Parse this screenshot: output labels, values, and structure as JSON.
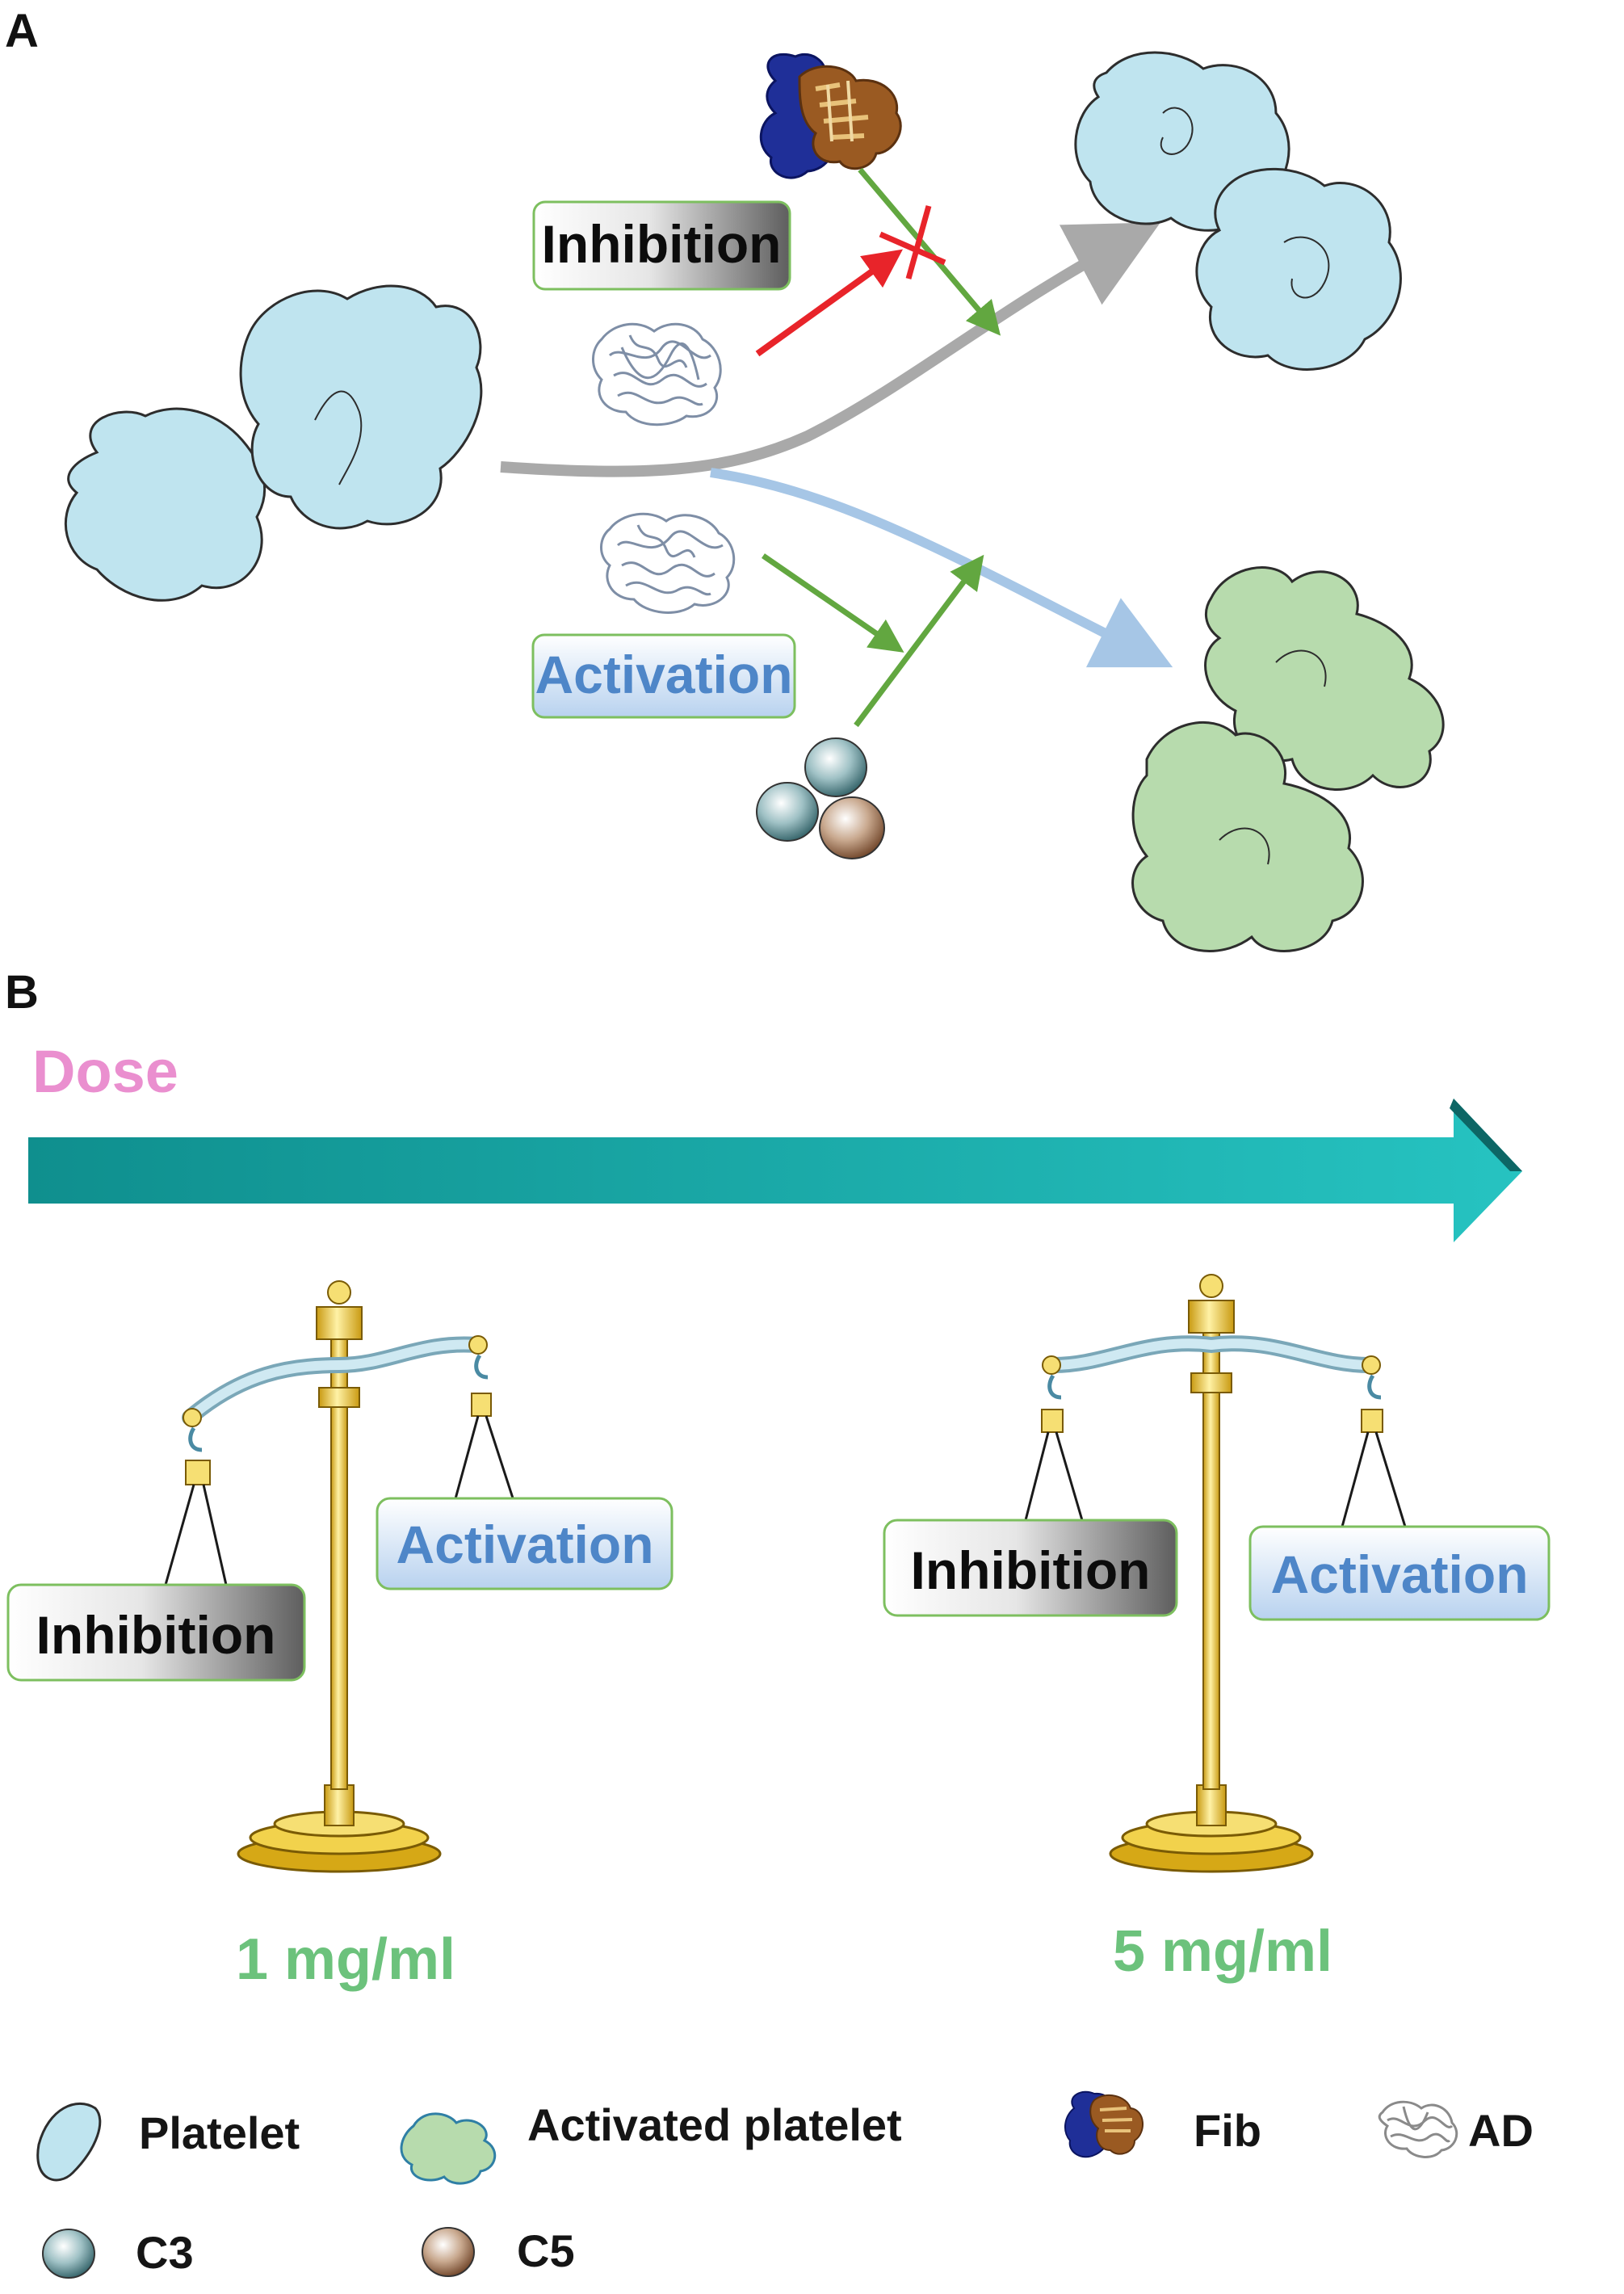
{
  "panels": {
    "a": "A",
    "b": "B"
  },
  "panel_a": {
    "inhibition": "Inhibition",
    "activation": "Activation"
  },
  "panel_b": {
    "dose": "Dose",
    "balance_left": {
      "low": "Inhibition",
      "high": "Activation",
      "concentration": "1 mg/ml"
    },
    "balance_right": {
      "left": "Inhibition",
      "right": "Activation",
      "concentration": "5 mg/ml"
    }
  },
  "legend": {
    "platelet": "Platelet",
    "activated_platelet": "Activated platelet",
    "fib": "Fib",
    "ad": "AD",
    "c3": "C3",
    "c5": "C5"
  },
  "colors": {
    "platelet": "#bfe4ef",
    "activated_platelet": "#b7dbad",
    "inhibit_arrow": "#e8242a",
    "activate_arrow": "#62a740",
    "main_path": "#a9a9a9",
    "activation_path": "#a6c6e6",
    "dose_arrow": "#1aa7a5",
    "dose_label": "#ea8fcf",
    "concentration": "#6cc27c"
  }
}
